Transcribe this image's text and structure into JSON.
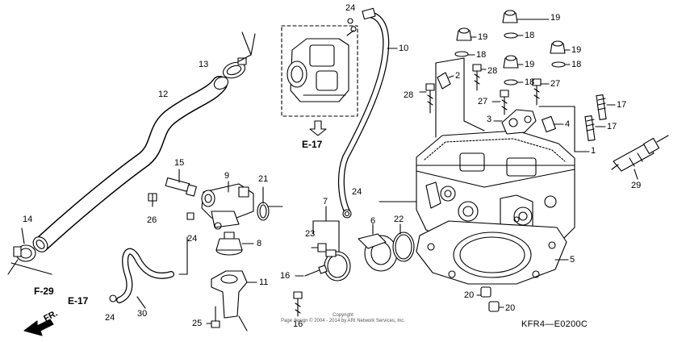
{
  "diagram": {
    "part_labels": [
      {
        "id": "p1",
        "text": "1"
      },
      {
        "id": "p2",
        "text": "2"
      },
      {
        "id": "p3",
        "text": "3"
      },
      {
        "id": "p4",
        "text": "4"
      },
      {
        "id": "p5",
        "text": "5"
      },
      {
        "id": "p6",
        "text": "6"
      },
      {
        "id": "p7",
        "text": "7"
      },
      {
        "id": "p8",
        "text": "8"
      },
      {
        "id": "p9",
        "text": "9"
      },
      {
        "id": "p10",
        "text": "10"
      },
      {
        "id": "p11",
        "text": "11"
      },
      {
        "id": "p12",
        "text": "12"
      },
      {
        "id": "p13",
        "text": "13"
      },
      {
        "id": "p14",
        "text": "14"
      },
      {
        "id": "p15",
        "text": "15"
      },
      {
        "id": "p16a",
        "text": "16"
      },
      {
        "id": "p16b",
        "text": "16"
      },
      {
        "id": "p17a",
        "text": "17"
      },
      {
        "id": "p17b",
        "text": "17"
      },
      {
        "id": "p18a",
        "text": "18"
      },
      {
        "id": "p18b",
        "text": "18"
      },
      {
        "id": "p18c",
        "text": "18"
      },
      {
        "id": "p18d",
        "text": "18"
      },
      {
        "id": "p19a",
        "text": "19"
      },
      {
        "id": "p19b",
        "text": "19"
      },
      {
        "id": "p19c",
        "text": "19"
      },
      {
        "id": "p19d",
        "text": "19"
      },
      {
        "id": "p20a",
        "text": "20"
      },
      {
        "id": "p20b",
        "text": "20"
      },
      {
        "id": "p21",
        "text": "21"
      },
      {
        "id": "p22",
        "text": "22"
      },
      {
        "id": "p23",
        "text": "23"
      },
      {
        "id": "p24a",
        "text": "24"
      },
      {
        "id": "p24b",
        "text": "24"
      },
      {
        "id": "p24c",
        "text": "24"
      },
      {
        "id": "p24d",
        "text": "24"
      },
      {
        "id": "p25",
        "text": "25"
      },
      {
        "id": "p26",
        "text": "26"
      },
      {
        "id": "p27a",
        "text": "27"
      },
      {
        "id": "p27b",
        "text": "27"
      },
      {
        "id": "p28a",
        "text": "28"
      },
      {
        "id": "p28b",
        "text": "28"
      },
      {
        "id": "p29",
        "text": "29"
      },
      {
        "id": "p30",
        "text": "30"
      }
    ],
    "refs": {
      "e17_top": "E-17",
      "e17_left": "E-17",
      "f29": "F-29",
      "front": "FR."
    },
    "diagram_code": "KFR4—E0200C",
    "copyright_line1": "Copyright",
    "copyright_line2": "Page design © 2004 - 2014 by ARI Network Services, Inc."
  }
}
